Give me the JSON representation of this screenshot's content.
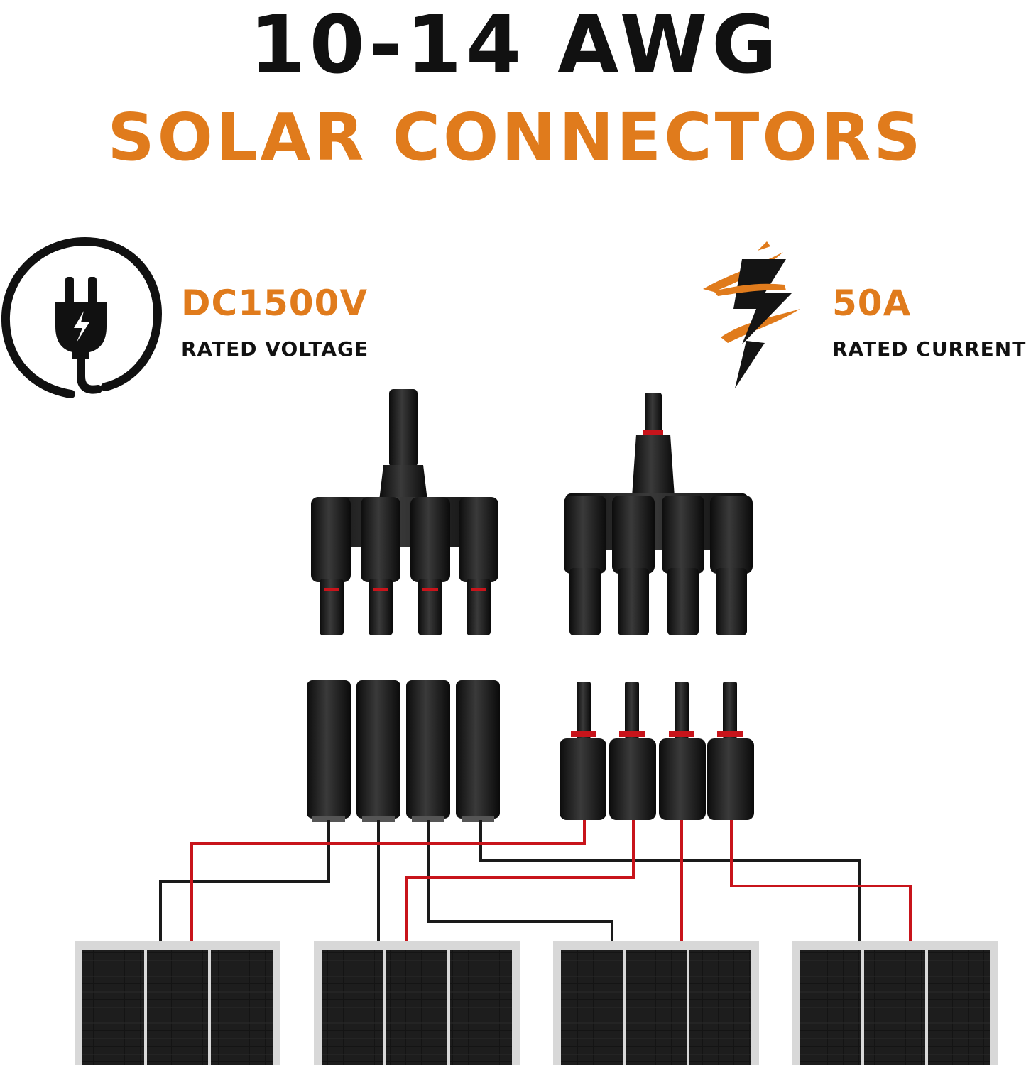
{
  "header": {
    "line1": "10-14 AWG",
    "line2": "SOLAR CONNECTORS"
  },
  "specs": {
    "voltage": {
      "value": "DC1500V",
      "label": "RATED VOLTAGE",
      "icon": "plug-icon"
    },
    "current": {
      "value": "50A",
      "label": "RATED CURRENT",
      "icon": "lightning-bolt-icon"
    }
  },
  "colors": {
    "accent": "#e07b1c",
    "text": "#111111",
    "wire_positive": "#c8141b",
    "wire_negative": "#1a1a1a",
    "panel_cell": "#151515",
    "panel_frame": "#d8d8d8"
  },
  "illustration": {
    "branch_connectors": 2,
    "single_connectors_per_side": 4,
    "solar_panels": 4
  }
}
